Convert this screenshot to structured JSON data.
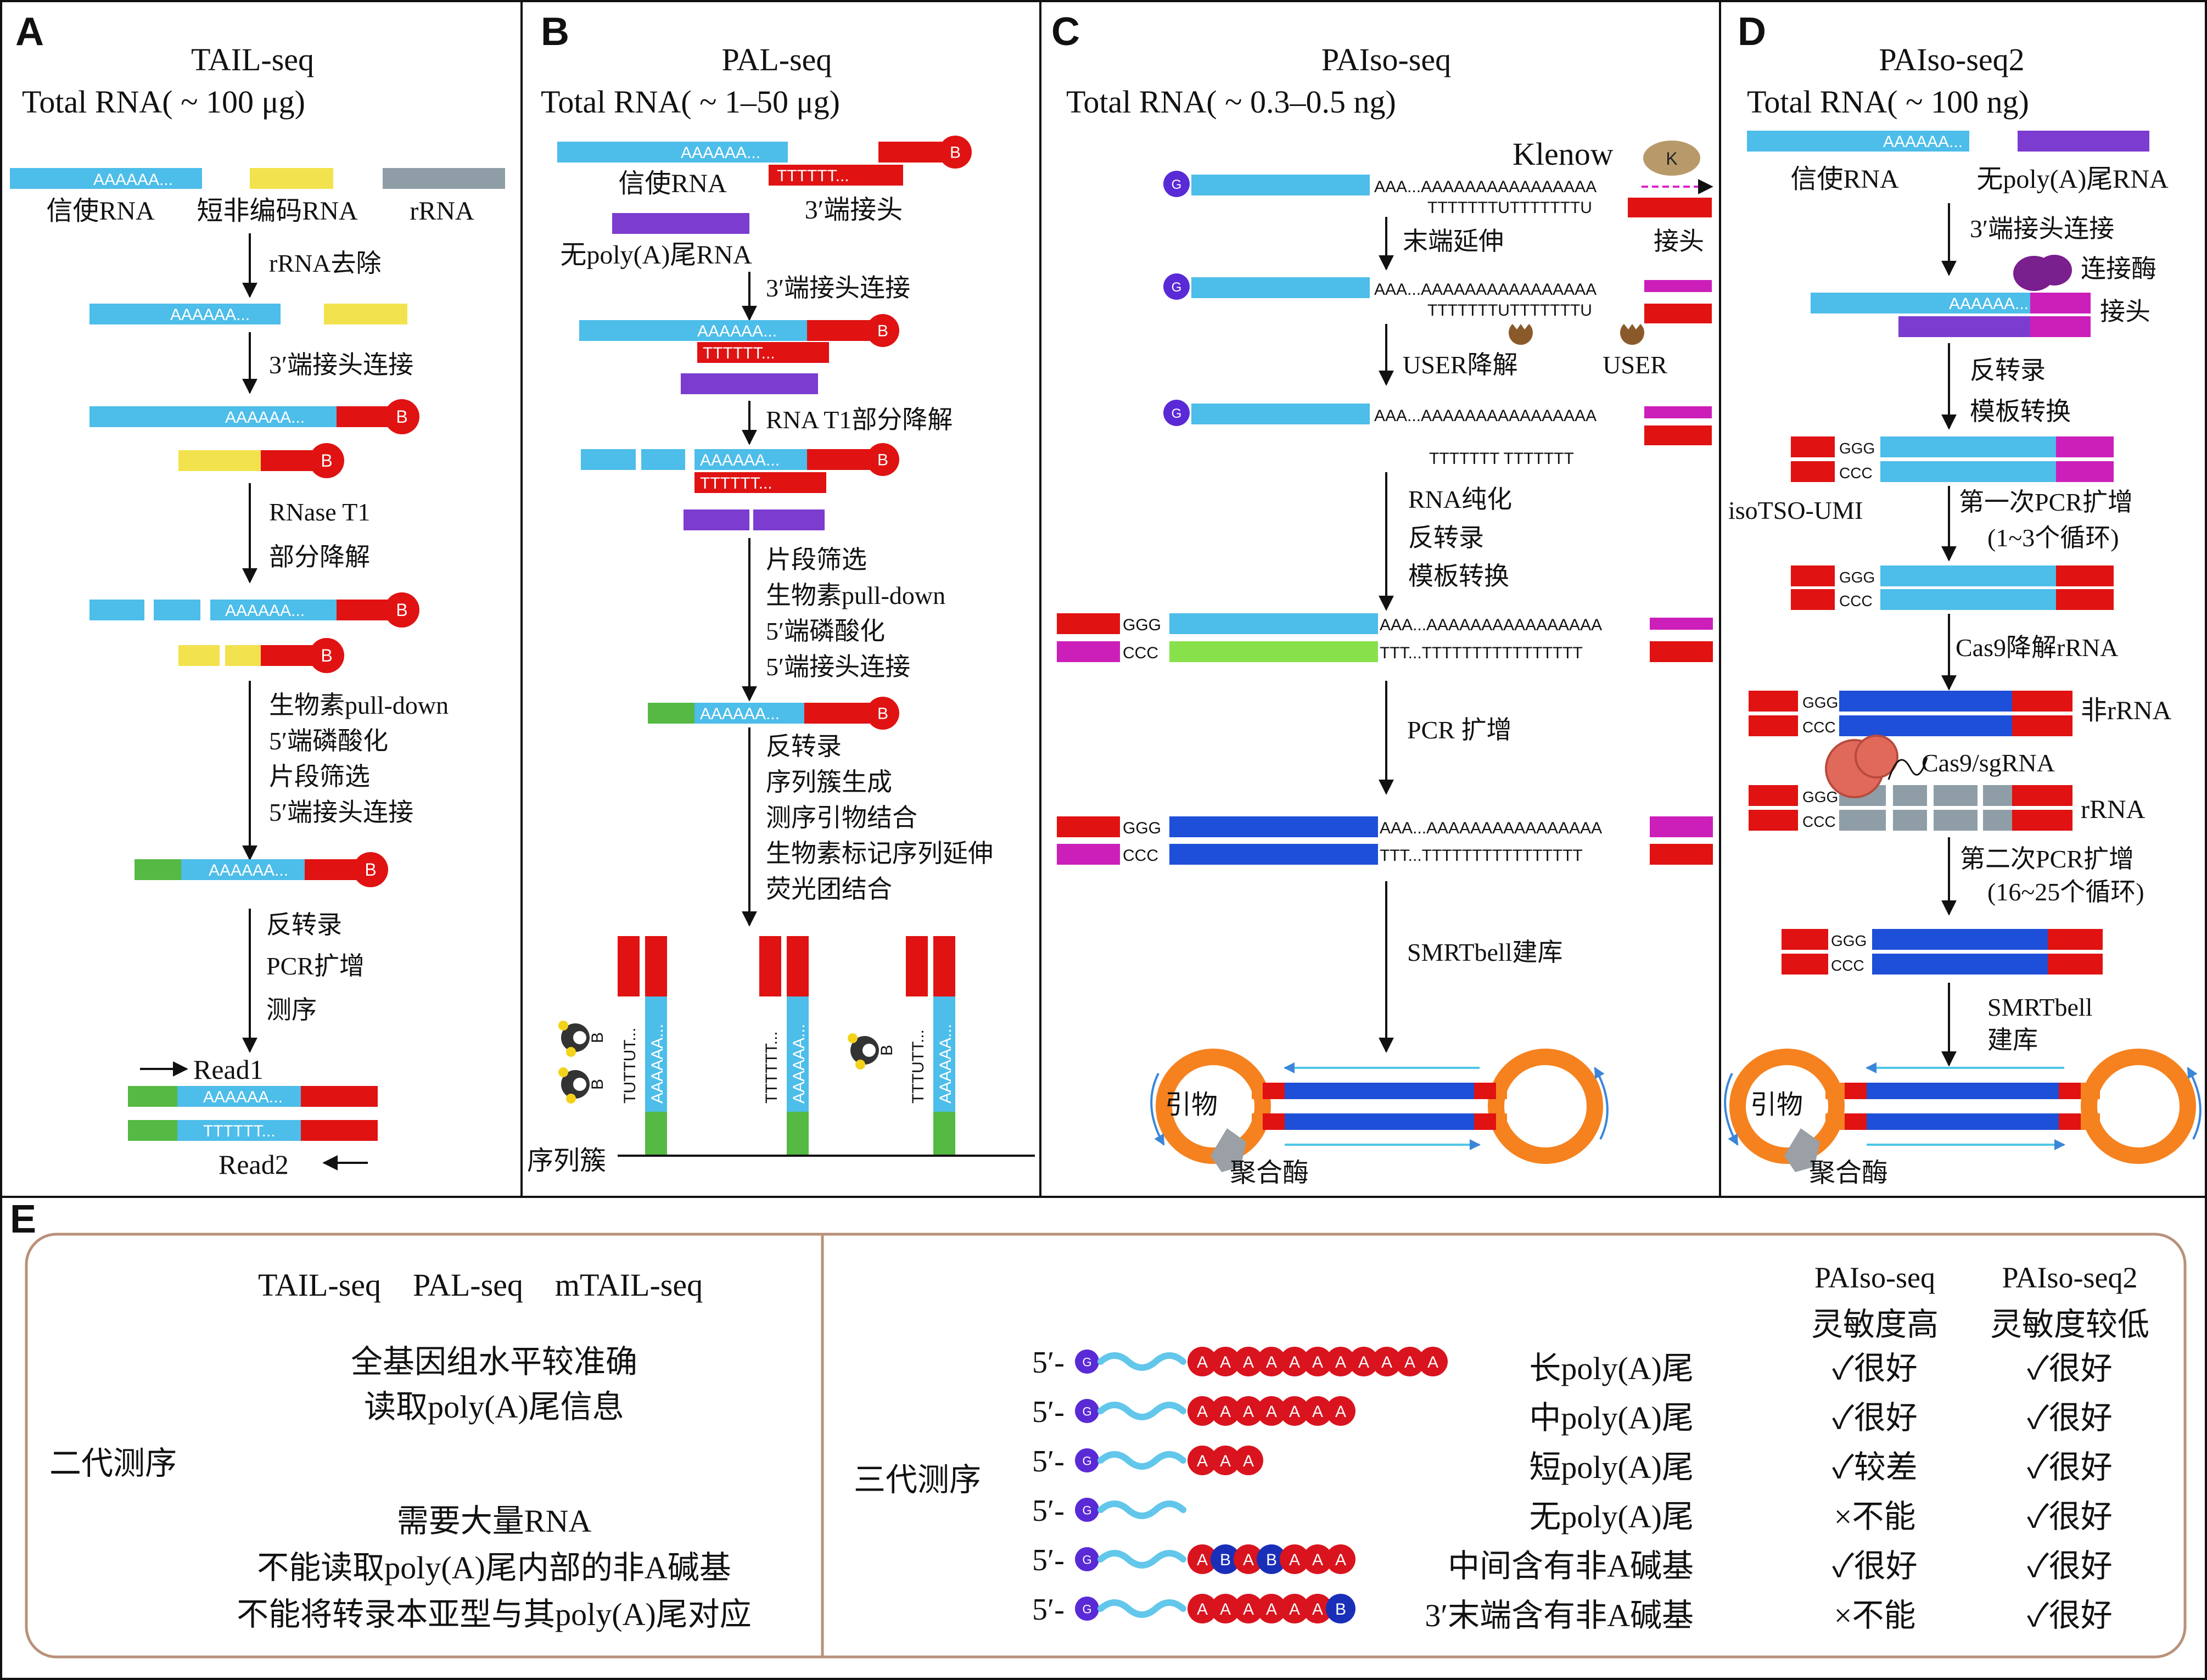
{
  "colors": {
    "blue": "#4dbde9",
    "dblue": "#1e4fd8",
    "red": "#e01212",
    "yellow": "#f2e24d",
    "grey": "#8f9ea6",
    "purple": "#7b3ccf",
    "green": "#55b944",
    "lgreen": "#88e14b",
    "magenta": "#cc1fb9",
    "orange": "#f5821f",
    "textgreen": "#3fae32",
    "textred": "#e41a1a",
    "tan": "#d2946c"
  },
  "A": {
    "letter": "A",
    "title": "TAIL-seq",
    "input": "Total RNA( ~ 100 μg)",
    "rna_labels": [
      "信使RNA",
      "短非编码RNA",
      "rRNA"
    ],
    "steps": [
      "rRNA去除",
      "3′端接头连接",
      "RNase T1",
      "部分降解",
      "生物素pull-down",
      "5′端磷酸化",
      "片段筛选",
      "5′端接头连接",
      "反转录",
      "PCR扩增",
      "测序"
    ],
    "read1": "Read1",
    "read2": "Read2"
  },
  "B": {
    "letter": "B",
    "title": "PAL-seq",
    "input": "Total RNA( ~ 1–50 μg)",
    "mrna": "信使RNA",
    "adapter": "3′端接头",
    "nopolya": "无poly(A)尾RNA",
    "steps": [
      "3′端接头连接",
      "RNA T1部分降解",
      "片段筛选",
      "生物素pull-down",
      "5′端磷酸化",
      "5′端接头连接",
      "反转录",
      "序列簇生成",
      "测序引物结合",
      "生物素标记序列延伸",
      "荧光团结合"
    ],
    "cluster": "序列簇"
  },
  "C": {
    "letter": "C",
    "title": "PAIso-seq",
    "input": "Total RNA( ~ 0.3–0.5 ng)",
    "klenow": "Klenow",
    "adapter": "接头",
    "user": "USER",
    "steps": [
      "末端延伸",
      "USER降解",
      "RNA纯化",
      "反转录",
      "模板转换",
      "PCR 扩增",
      "SMRTbell建库"
    ],
    "primer": "引物",
    "polymerase": "聚合酶"
  },
  "D": {
    "letter": "D",
    "title": "PAIso-seq2",
    "input": "Total RNA( ~ 100 ng)",
    "mrna": "信使RNA",
    "nopolya": "无poly(A)尾RNA",
    "ligase": "连接酶",
    "adapter": "接头",
    "isotso": "isoTSO-UMI",
    "steps": [
      "3′端接头连接",
      "反转录",
      "模板转换",
      "第一次PCR扩增",
      "(1~3个循环)",
      "Cas9降解rRNA",
      "第二次PCR扩增",
      "(16~25个循环)",
      "SMRTbell",
      "建库"
    ],
    "nonrrna": "非rRNA",
    "cas9": "Cas9/sgRNA",
    "rrna": "rRNA",
    "primer": "引物",
    "polymerase": "聚合酶"
  },
  "E": {
    "letter": "E",
    "ngs_methods": "TAIL-seq    PAL-seq    mTAIL-seq",
    "ngs_label": "二代测序",
    "ngs_pros": [
      "全基因组水平较准确",
      "读取poly(A)尾信息"
    ],
    "ngs_cons": [
      "需要大量RNA",
      "不能读取poly(A)尾内部的非A碱基",
      "不能将转录本亚型与其poly(A)尾对应"
    ],
    "tgs_label": "三代测序",
    "col1_title": "PAIso-seq",
    "col2_title": "PAIso-seq2",
    "col1_sens": "灵敏度高",
    "col2_sens": "灵敏度较低",
    "rows": [
      {
        "label": "长poly(A)尾",
        "c1": "✓很好",
        "c1t": "good",
        "c2": "✓很好",
        "beads": "AAAAAAAAAAA"
      },
      {
        "label": "中poly(A)尾",
        "c1": "✓很好",
        "c1t": "good",
        "c2": "✓很好",
        "beads": "AAAAAAA"
      },
      {
        "label": "短poly(A)尾",
        "c1": "✓较差",
        "c1t": "poor",
        "c2": "✓很好",
        "beads": "AAA"
      },
      {
        "label": "无poly(A)尾",
        "c1": "×不能",
        "c1t": "no",
        "c2": "✓很好",
        "beads": ""
      },
      {
        "label": "中间含有非A碱基",
        "c1": "✓很好",
        "c1t": "good",
        "c2": "✓很好",
        "beads": "ABABAAA"
      },
      {
        "label": "3′末端含有非A碱基",
        "c1": "×不能",
        "c1t": "no",
        "c2": "✓很好",
        "beads": "AAAAAAB"
      }
    ]
  },
  "seq": {
    "a6": "AAAAAA...",
    "t6": "TTTTTT...",
    "aaa": "AAA...AAAAAAAAAAAAAAAA",
    "ttt": "TTT...TTTTTTTTTTTTTTTT",
    "c_t1": "TTTTTTTUTTTTTTTU",
    "c_t2": "TTTTTTT  TTTTTTT",
    "ggg": "GGG",
    "ccc": "CCC",
    "b": "B",
    "g": "G",
    "k": "K",
    "five": "5′-",
    "tuttut": "TUTTUT...",
    "vt6": "TTTTTT...",
    "va6": "AAAAAA...",
    "tttut": "TTTUTT..."
  }
}
